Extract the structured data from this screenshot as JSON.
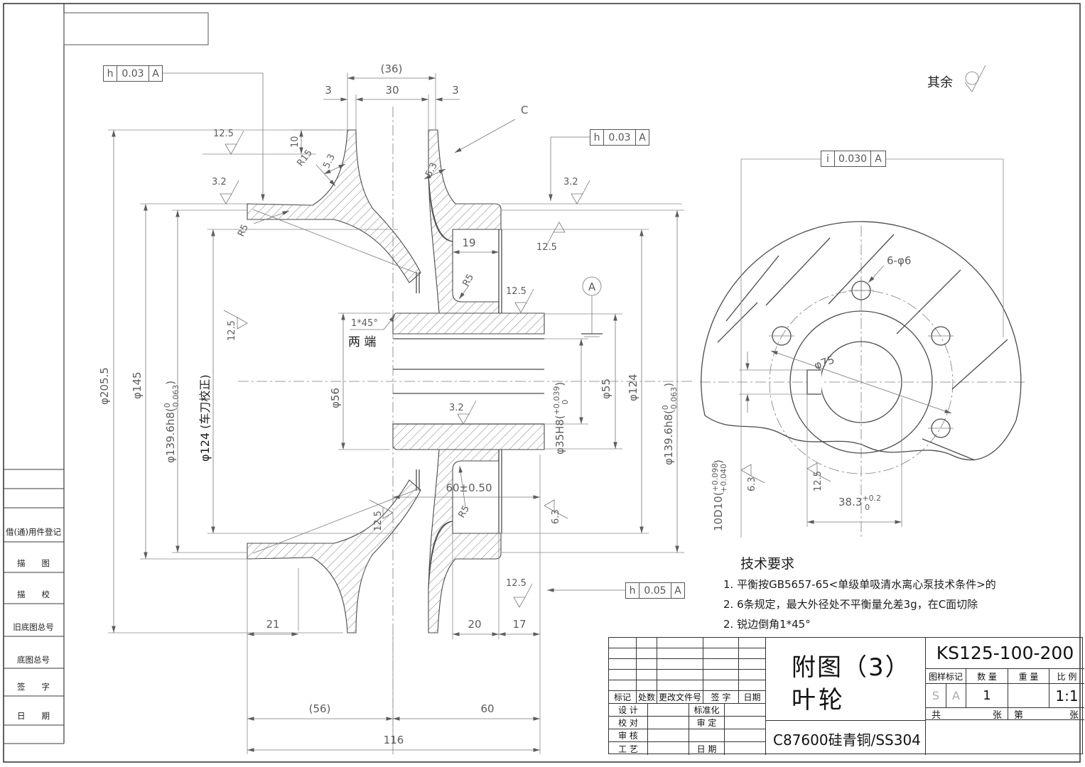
{
  "sidebar": {
    "rows": [
      "借(通)用件登记",
      "描　　图",
      "描　　校",
      "旧底图总号",
      "底图总号",
      "签　　字",
      "日　　期"
    ]
  },
  "general": {
    "rest_label": "其余",
    "c_label": "C",
    "datum_a": "A"
  },
  "fcf": {
    "top_left": {
      "sym": "h",
      "val": "0.03",
      "datum": "A"
    },
    "top_right": {
      "sym": "h",
      "val": "0.03",
      "datum": "A"
    },
    "bottom": {
      "sym": "h",
      "val": "0.05",
      "datum": "A"
    },
    "aux": {
      "sym": "i",
      "val": "0.030",
      "datum": "A"
    }
  },
  "finish": {
    "f125": "12.5",
    "f63": "6.3",
    "f32": "3.2"
  },
  "dims": {
    "d36": "(36)",
    "d3a": "3",
    "d30": "30",
    "d3b": "3",
    "d10": "10",
    "r15": "R15",
    "d53a": "5.3",
    "d53b": "5.3",
    "d19": "19",
    "r5a": "R5",
    "r5b": "R5",
    "r5c": "R5",
    "chamfer": "1*45°",
    "both_ends": "两 端",
    "d56": "φ56",
    "d55": "φ55",
    "d124r": "φ124",
    "d205": "φ205.5",
    "d145": "φ145",
    "d124l": "φ124 (车刀校正)",
    "d60t": "60±0.50",
    "d21": "21",
    "d20": "20",
    "d17": "17",
    "d56p": "(56)",
    "d60": "60",
    "d116": "116"
  },
  "tol": {
    "h8l": {
      "base": "φ139.6h8(",
      "sup": "0",
      "sub": "-0.063",
      "close": ")"
    },
    "h8r": {
      "base": "φ139.6h8(",
      "sup": "0",
      "sub": "-0.063",
      "close": ")"
    },
    "bore": {
      "base": "φ35H8(",
      "sup": "+0.039",
      "sub": "0",
      "close": ")"
    },
    "key": {
      "base": "10D10(",
      "sup": "+0.098",
      "sub": "+0.040",
      "close": ")"
    },
    "slot": {
      "base": "38.3",
      "sup": "+0.2",
      "sub": "0"
    }
  },
  "aux": {
    "holes": "6-φ6",
    "bolt_circle": "φ75"
  },
  "tech": {
    "title": "技术要求",
    "l1": "1. 平衡按GB5657-65<单级单吸清水离心泵技术条件>的",
    "l2": "2. 6条规定，最大外径处不平衡量允差3g，在C面切除",
    "l3": "2. 锐边倒角1*45°"
  },
  "title_block": {
    "drawing_no": "KS125-100-200",
    "title_line1": "附图（3）",
    "title_line2": "叶轮",
    "material": "C87600硅青铜/SS304",
    "cols": {
      "mark": "图样标记",
      "qty": "数 量",
      "weight": "重 量",
      "scale": "比 例"
    },
    "vals": {
      "s": "S",
      "a": "A",
      "qty": "1",
      "scale": "1:1"
    },
    "sheets": {
      "total": "共",
      "zhang1": "张",
      "no": "第",
      "zhang2": "张"
    },
    "rev": {
      "headers": [
        "标记",
        "处数",
        "更改文件号",
        "签 字",
        "日期"
      ],
      "rows": [
        [
          "设 计",
          "标准化"
        ],
        [
          "校 对",
          "审 定"
        ],
        [
          "审 核",
          ""
        ],
        [
          "工 艺",
          "日 期"
        ]
      ]
    }
  }
}
